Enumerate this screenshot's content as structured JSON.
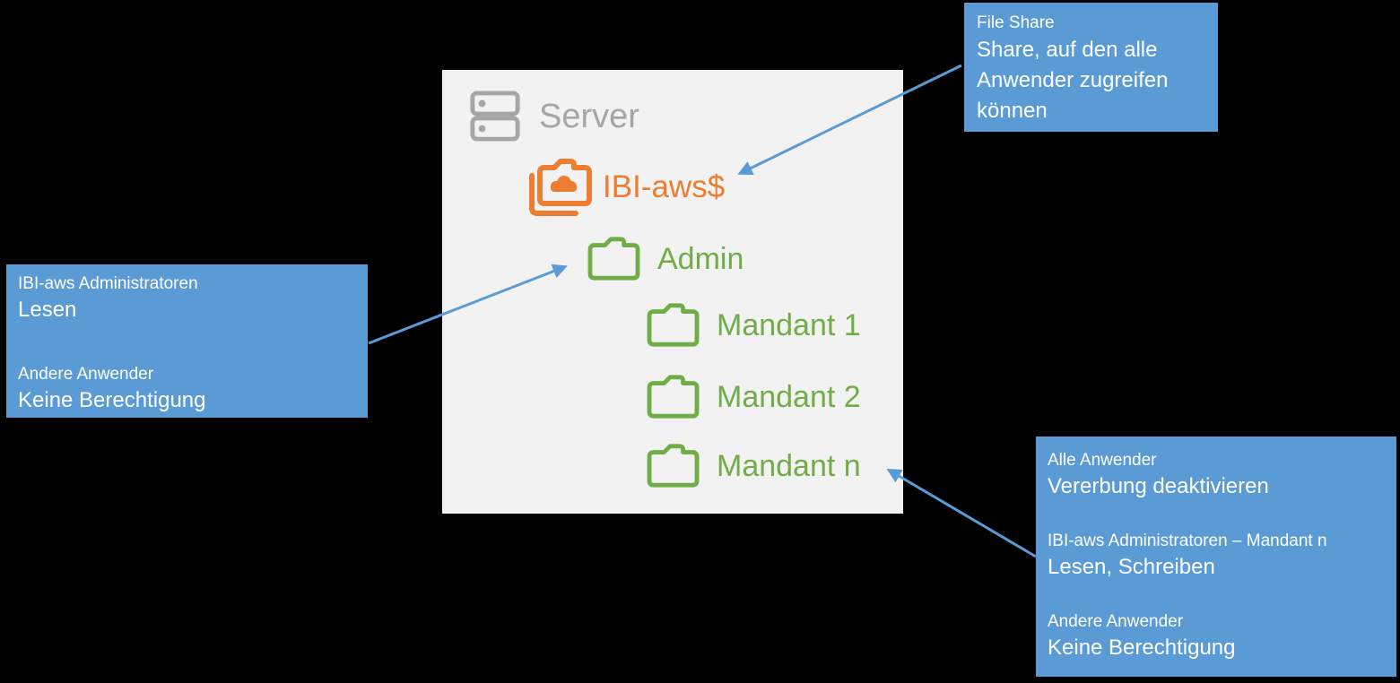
{
  "colors": {
    "background": "#000000",
    "panel_bg": "#F2F2F2",
    "callout_bg": "#5B9BD5",
    "callout_text": "#FFFFFF",
    "arrow": "#5B9BD5",
    "server_gray": "#A6A6A6",
    "share_orange": "#ED7D31",
    "folder_green": "#70AD47"
  },
  "panel": {
    "server_label": "Server",
    "share_label": "IBI-aws$",
    "folders": [
      {
        "label": "Admin"
      },
      {
        "label": "Mandant 1"
      },
      {
        "label": "Mandant 2"
      },
      {
        "label": "Mandant n"
      }
    ]
  },
  "callouts": {
    "file_share": {
      "title": "File Share",
      "body": "Share, auf den alle Anwender zugreifen können"
    },
    "admin": {
      "groups": [
        {
          "subject": "IBI-aws Administratoren",
          "permission": "Lesen"
        },
        {
          "subject": "Andere Anwender",
          "permission": "Keine Berechtigung"
        }
      ]
    },
    "mandant_n": {
      "groups": [
        {
          "subject": "Alle Anwender",
          "permission": "Vererbung deaktivieren"
        },
        {
          "subject": "IBI-aws Administratoren – Mandant n",
          "permission": "Lesen, Schreiben"
        },
        {
          "subject": "Andere Anwender",
          "permission": "Keine Berechtigung"
        }
      ]
    }
  }
}
